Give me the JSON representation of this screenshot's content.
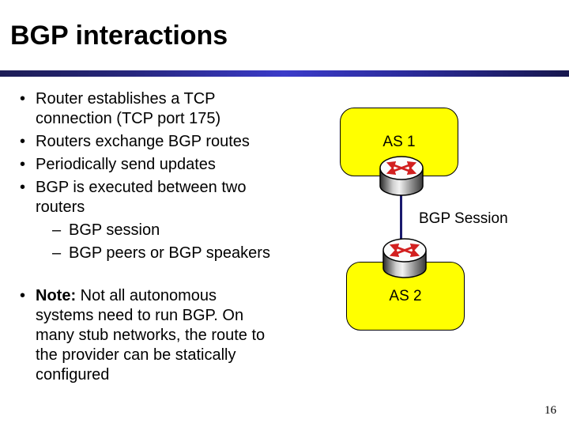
{
  "slide": {
    "title": "BGP interactions",
    "page_number": "16"
  },
  "list": {
    "bullet_char": "•",
    "dash_char": "–",
    "items": [
      {
        "lines": [
          "Router establishes a TCP",
          "connection (TCP port 175)"
        ]
      },
      {
        "lines": [
          "Routers exchange BGP routes"
        ]
      },
      {
        "lines": [
          "Periodically send updates"
        ]
      },
      {
        "lines": [
          "BGP is executed between two",
          "routers"
        ]
      },
      {
        "sub": true,
        "lines": [
          "BGP session"
        ]
      },
      {
        "sub": true,
        "lines": [
          "BGP peers or BGP speakers"
        ]
      }
    ],
    "note": {
      "label": "Note:",
      "first_line_rest": " Not all autonomous",
      "lines": [
        "systems need to run BGP. On",
        "many stub networks, the route to",
        "the provider can be statically",
        "configured"
      ]
    }
  },
  "diagram": {
    "as1_label": "AS 1",
    "as2_label": "AS 2",
    "session_label": "BGP Session"
  },
  "colors": {
    "title_text": "#000000",
    "body_text": "#000000",
    "divider_left": "#1d1d56",
    "divider_mid": "#3b3bc9",
    "divider_right": "#17174e",
    "as_box_fill": "#ffff00",
    "as_box_border": "#000000",
    "session_line": "#1a1a6e",
    "router_arrow": "#d22020"
  }
}
